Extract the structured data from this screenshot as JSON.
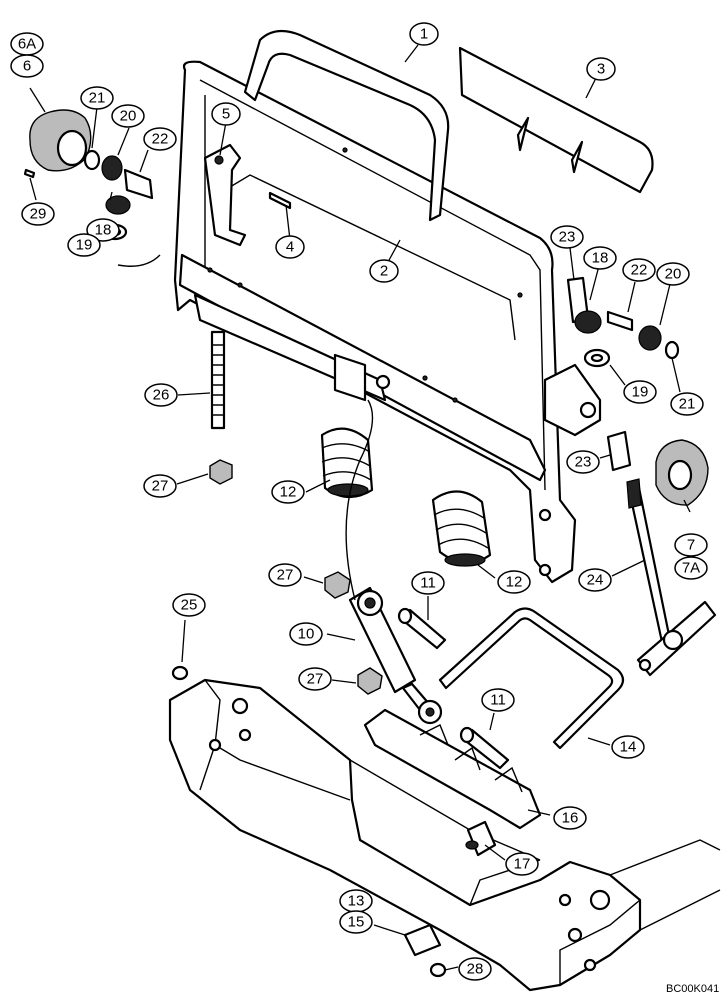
{
  "diagram": {
    "drawing_code": "BC00K041",
    "callouts": [
      {
        "id": "c1",
        "label": "1"
      },
      {
        "id": "c2",
        "label": "2"
      },
      {
        "id": "c3",
        "label": "3"
      },
      {
        "id": "c4",
        "label": "4"
      },
      {
        "id": "c5",
        "label": "5"
      },
      {
        "id": "c6a",
        "label": "6A"
      },
      {
        "id": "c6",
        "label": "6"
      },
      {
        "id": "c7",
        "label": "7"
      },
      {
        "id": "c7a",
        "label": "7A"
      },
      {
        "id": "c10",
        "label": "10"
      },
      {
        "id": "c11a",
        "label": "11"
      },
      {
        "id": "c11b",
        "label": "11"
      },
      {
        "id": "c12a",
        "label": "12"
      },
      {
        "id": "c12b",
        "label": "12"
      },
      {
        "id": "c13",
        "label": "13"
      },
      {
        "id": "c14",
        "label": "14"
      },
      {
        "id": "c15",
        "label": "15"
      },
      {
        "id": "c16",
        "label": "16"
      },
      {
        "id": "c17",
        "label": "17"
      },
      {
        "id": "c18a",
        "label": "18"
      },
      {
        "id": "c18b",
        "label": "18"
      },
      {
        "id": "c19a",
        "label": "19"
      },
      {
        "id": "c19b",
        "label": "19"
      },
      {
        "id": "c20a",
        "label": "20"
      },
      {
        "id": "c20b",
        "label": "20"
      },
      {
        "id": "c21a",
        "label": "21"
      },
      {
        "id": "c21b",
        "label": "21"
      },
      {
        "id": "c22a",
        "label": "22"
      },
      {
        "id": "c22b",
        "label": "22"
      },
      {
        "id": "c23a",
        "label": "23"
      },
      {
        "id": "c23b",
        "label": "23"
      },
      {
        "id": "c24",
        "label": "24"
      },
      {
        "id": "c25",
        "label": "25"
      },
      {
        "id": "c26",
        "label": "26"
      },
      {
        "id": "c27a",
        "label": "27"
      },
      {
        "id": "c27b",
        "label": "27"
      },
      {
        "id": "c27c",
        "label": "27"
      },
      {
        "id": "c28",
        "label": "28"
      },
      {
        "id": "c29",
        "label": "29"
      }
    ]
  }
}
